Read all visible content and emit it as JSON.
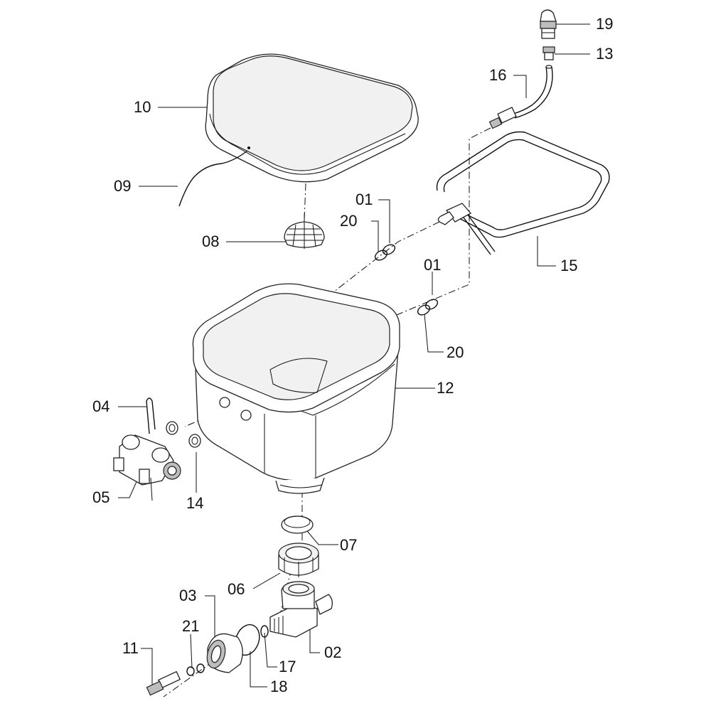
{
  "callouts": [
    {
      "id": "c19",
      "text": "19"
    },
    {
      "id": "c13",
      "text": "13"
    },
    {
      "id": "c16",
      "text": "16"
    },
    {
      "id": "c10",
      "text": "10"
    },
    {
      "id": "c09",
      "text": "09"
    },
    {
      "id": "c01a",
      "text": "01"
    },
    {
      "id": "c20a",
      "text": "20"
    },
    {
      "id": "c08",
      "text": "08"
    },
    {
      "id": "c15",
      "text": "15"
    },
    {
      "id": "c01b",
      "text": "01"
    },
    {
      "id": "c20b",
      "text": "20"
    },
    {
      "id": "c12",
      "text": "12"
    },
    {
      "id": "c04",
      "text": "04"
    },
    {
      "id": "c05",
      "text": "05"
    },
    {
      "id": "c14",
      "text": "14"
    },
    {
      "id": "c07",
      "text": "07"
    },
    {
      "id": "c06",
      "text": "06"
    },
    {
      "id": "c03",
      "text": "03"
    },
    {
      "id": "c21",
      "text": "21"
    },
    {
      "id": "c11",
      "text": "11"
    },
    {
      "id": "c17",
      "text": "17"
    },
    {
      "id": "c02",
      "text": "02"
    },
    {
      "id": "c18",
      "text": "18"
    }
  ]
}
